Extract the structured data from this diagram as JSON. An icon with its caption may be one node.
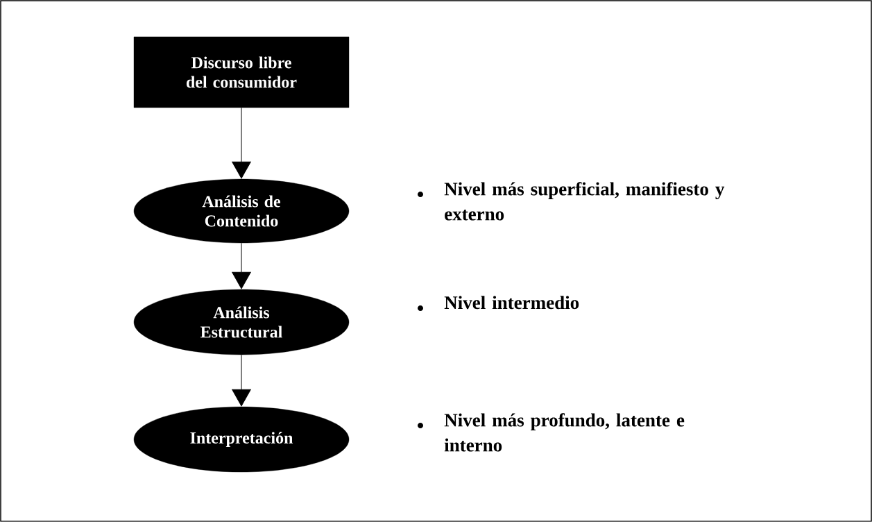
{
  "diagram": {
    "nodes": [
      {
        "text": [
          "Discurso libre del consumidor"
        ]
      },
      {
        "text": [
          "Análisis de Contenido"
        ]
      },
      {
        "text": [
          "Análisis Estructural"
        ]
      },
      {
        "text": [
          "Interpretación"
        ]
      }
    ],
    "edges": [
      {
        "from": 0,
        "to": 1,
        "arrow": "to"
      },
      {
        "from": 1,
        "to": 2,
        "arrow": "to"
      },
      {
        "from": 2,
        "to": 3,
        "arrow": "to"
      }
    ],
    "labels": [
      "Nivel más superficial, manifiesto y externo",
      "Nivel intermedio",
      "Nivel más profundo, latente e interno"
    ]
  }
}
